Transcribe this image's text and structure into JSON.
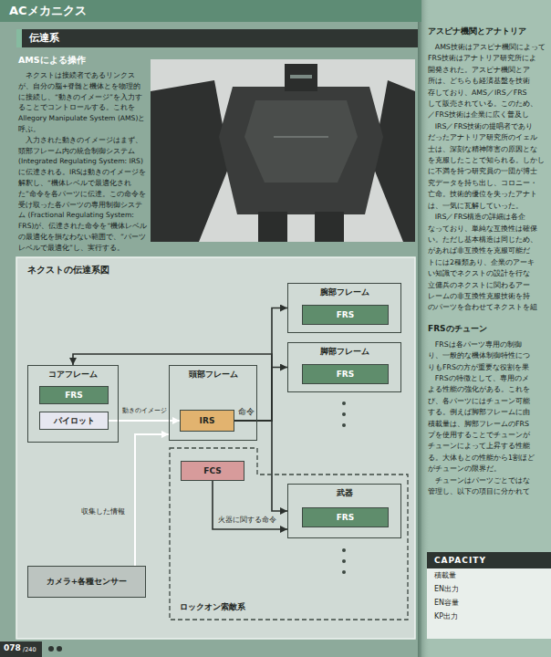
{
  "diagram": {
    "title": "ネクストの伝達系図",
    "nodes": [
      {
        "text": [
          "ACメカニクス"
        ]
      },
      {
        "text": [
          "伝達系"
        ]
      },
      {
        "text": [
          "腕部フレーム"
        ]
      },
      {
        "text": [
          "FRS"
        ],
        "in": 2
      },
      {
        "text": [
          "脚部フレーム"
        ]
      },
      {
        "text": [
          "FRS"
        ],
        "in": 4
      },
      {
        "text": [
          "コアフレーム"
        ]
      },
      {
        "text": [
          "FRS"
        ],
        "in": 6
      },
      {
        "text": [
          "パイロット"
        ],
        "in": 6
      },
      {
        "text": [
          "頭部フレーム"
        ]
      },
      {
        "text": [
          "IRS"
        ],
        "in": 9
      },
      {
        "text": [
          "ロックオン索敵系"
        ]
      },
      {
        "text": [
          "FCS"
        ],
        "in": 11
      },
      {
        "text": [
          "武器"
        ],
        "in": 11
      },
      {
        "text": [
          "FRS"
        ],
        "in": 13
      },
      {
        "text": [
          "カメラ+各種センサー"
        ]
      },
      {
        "text": [
          "CAPACITY",
          "積載量",
          "EN出力",
          "EN容量",
          "KP出力"
        ]
      }
    ],
    "edges": [
      {
        "from": 8,
        "to": 10,
        "label": "動きのイメージ",
        "arrow": "to"
      },
      {
        "from": 10,
        "to": 4,
        "label": "命令",
        "arrow": "to"
      },
      {
        "from": 10,
        "to": 2,
        "arrow": "to"
      },
      {
        "from": 10,
        "to": 6,
        "arrow": "to"
      },
      {
        "from": 10,
        "to": 13,
        "arrow": "to"
      },
      {
        "from": 15,
        "to": 9,
        "label": "収集した情報",
        "arrow": "to"
      },
      {
        "from": 12,
        "to": 13,
        "label": "火器に関する命令",
        "arrow": "to"
      }
    ],
    "labels": [
      "AMSによる操作",
      "ネクストは接続者であるリンクスが、自分の脳+脊髄と機体とを物理的に接続し、“動きのイメージ”を入力することでコントロールする。これをAllegory Manipulate System (AMS)と呼ぶ。",
      "入力された動きのイメージはまず、頭部フレーム内の統合制御システム (Integrated Regulating System: IRS)に伝達される。IRSは動きのイメージを解釈し、“機体レベルで最適化された”命令を各パーツに伝達。この命令を受け取った各パーツの専用制御システム (Fractional Regulating System: FRS)が、伝達された命令を“機体レベルの最適化を損なわない範囲で、”パーツレベルで最適化”し、実行する。",
      "アスピナ機関とアナトリア",
      "AMS技術はアスピナ機関によって",
      "FRS技術はアナトリア研究所によ",
      "開発された。アスピナ機関とア",
      "所は、どちらも経済基盤を技術",
      "存しており、AMS／IRS／FRS",
      "して販売されている。このため、",
      "／FRS技術は企業に広く普及し",
      "IRS／FRS技術の提唱者であり",
      "だったアナトリア研究所のイェル",
      "士は、深刻な精神障害の原因とな",
      "を克服したことで知られる。しかし",
      "に不満を持つ研究員の一団が博士",
      "究データを持ち出し、コロニー・",
      "亡命。技術的優位を失ったアナト",
      "は、一気に瓦解していった。",
      "IRS／FRS構造の詳細は各企",
      "なっており、単純な互換性は確保",
      "い。ただし基本構造は同じため、",
      "があれば非互換性を克服可能だ",
      "トには2種類あり、企業のアーキ",
      "い知識でネクストの設計を行な",
      "立傭兵のネクストに関わるアー",
      "レームの非互換性克服技術を持",
      "のパーツを合わせてネクストを組",
      "FRSのチューン",
      "FRSは各パーツ専用の制御",
      "り、一般的な機体制御特性につ",
      "りもFRSの方が重要な役割を果",
      "FRSの特徴として、専用のメ",
      "よる性能の強化がある。これを",
      "び、各パーツにはチューン可能",
      "する。例えば脚部フレームに由",
      "積載量は、脚部フレームのFRS",
      "プを使用することでチューンが",
      "チューンによって上昇する性能",
      "る。大体もとの性能から1割ほど",
      "がチューンの限界だ。",
      "チューンはパーツごとではな",
      "管理し、以下の項目に分かれて",
      "078",
      "/240"
    ]
  }
}
